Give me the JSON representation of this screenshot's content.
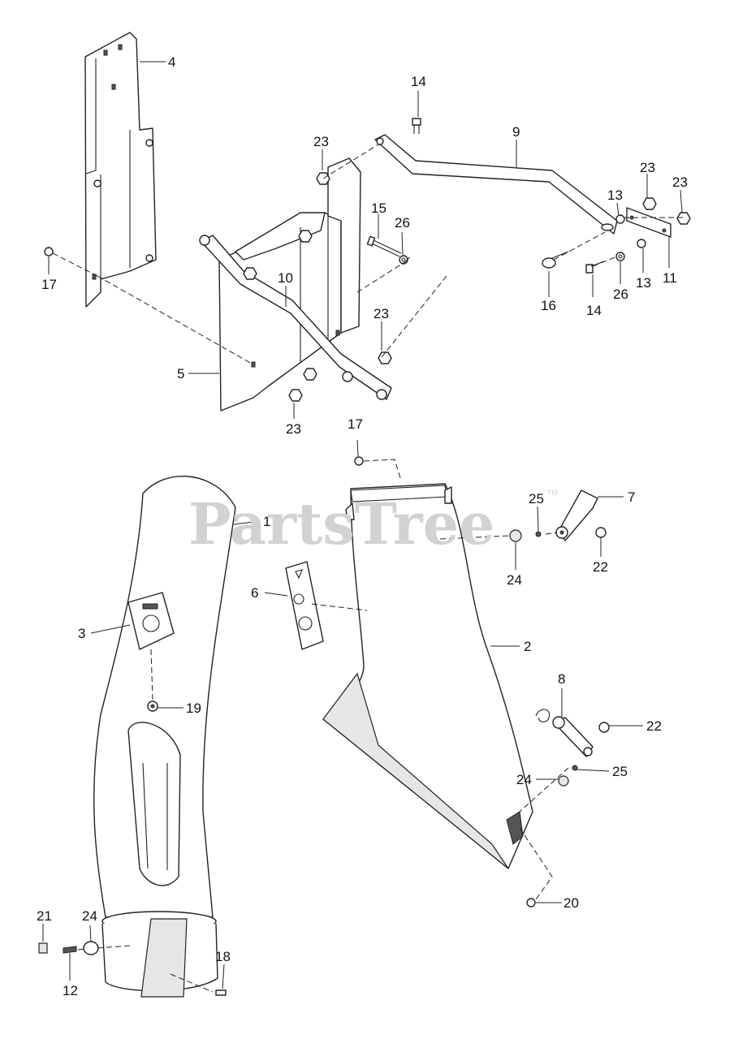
{
  "watermark": {
    "text": "PartsTree",
    "trademark": "TM"
  },
  "callouts": [
    {
      "id": "c4a",
      "label": "4"
    },
    {
      "id": "c14a",
      "label": "14"
    },
    {
      "id": "c9",
      "label": "9"
    },
    {
      "id": "c23a",
      "label": "23"
    },
    {
      "id": "c23b",
      "label": "23"
    },
    {
      "id": "c23c",
      "label": "23"
    },
    {
      "id": "c13a",
      "label": "13"
    },
    {
      "id": "c15",
      "label": "15"
    },
    {
      "id": "c26a",
      "label": "26"
    },
    {
      "id": "c17a",
      "label": "17"
    },
    {
      "id": "c10",
      "label": "10"
    },
    {
      "id": "c23d",
      "label": "23"
    },
    {
      "id": "c16",
      "label": "16"
    },
    {
      "id": "c14b",
      "label": "14"
    },
    {
      "id": "c26b",
      "label": "26"
    },
    {
      "id": "c13b",
      "label": "13"
    },
    {
      "id": "c11",
      "label": "11"
    },
    {
      "id": "c5",
      "label": "5"
    },
    {
      "id": "c23e",
      "label": "23"
    },
    {
      "id": "c17b",
      "label": "17"
    },
    {
      "id": "c25a",
      "label": "25"
    },
    {
      "id": "c7",
      "label": "7"
    },
    {
      "id": "c1",
      "label": "1"
    },
    {
      "id": "c24a",
      "label": "24"
    },
    {
      "id": "c22a",
      "label": "22"
    },
    {
      "id": "c6",
      "label": "6"
    },
    {
      "id": "c3",
      "label": "3"
    },
    {
      "id": "c2",
      "label": "2"
    },
    {
      "id": "c19",
      "label": "19"
    },
    {
      "id": "c8",
      "label": "8"
    },
    {
      "id": "c22b",
      "label": "22"
    },
    {
      "id": "c24b",
      "label": "24"
    },
    {
      "id": "c25b",
      "label": "25"
    },
    {
      "id": "c20",
      "label": "20"
    },
    {
      "id": "c21",
      "label": "21"
    },
    {
      "id": "c24c",
      "label": "24"
    },
    {
      "id": "c18",
      "label": "18"
    },
    {
      "id": "c12",
      "label": "12"
    }
  ]
}
